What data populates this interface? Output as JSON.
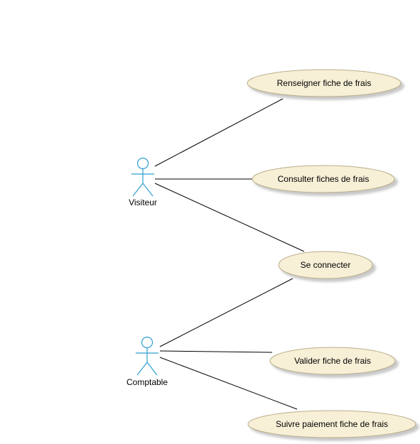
{
  "colors": {
    "usecase_fill": "#f7efd6",
    "usecase_stroke": "#b9ad8a",
    "usecase_shadow": "#c9c9c9",
    "actor_stroke": "#2e9fd1",
    "line": "#000000"
  },
  "actors": [
    {
      "id": "visiteur",
      "label": "Visiteur",
      "icon": "stick-figure"
    },
    {
      "id": "comptable",
      "label": "Comptable",
      "icon": "stick-figure"
    }
  ],
  "use_cases": [
    {
      "id": "renseigner",
      "label": "Renseigner fiche de frais"
    },
    {
      "id": "consulter",
      "label": "Consulter fiches de frais"
    },
    {
      "id": "connecter",
      "label": "Se connecter"
    },
    {
      "id": "valider",
      "label": "Valider fiche de frais"
    },
    {
      "id": "suivre",
      "label": "Suivre paiement fiche de frais"
    }
  ],
  "associations": [
    {
      "actor": "visiteur",
      "use_case": "renseigner"
    },
    {
      "actor": "visiteur",
      "use_case": "consulter"
    },
    {
      "actor": "visiteur",
      "use_case": "connecter"
    },
    {
      "actor": "comptable",
      "use_case": "connecter"
    },
    {
      "actor": "comptable",
      "use_case": "valider"
    },
    {
      "actor": "comptable",
      "use_case": "suivre"
    }
  ]
}
